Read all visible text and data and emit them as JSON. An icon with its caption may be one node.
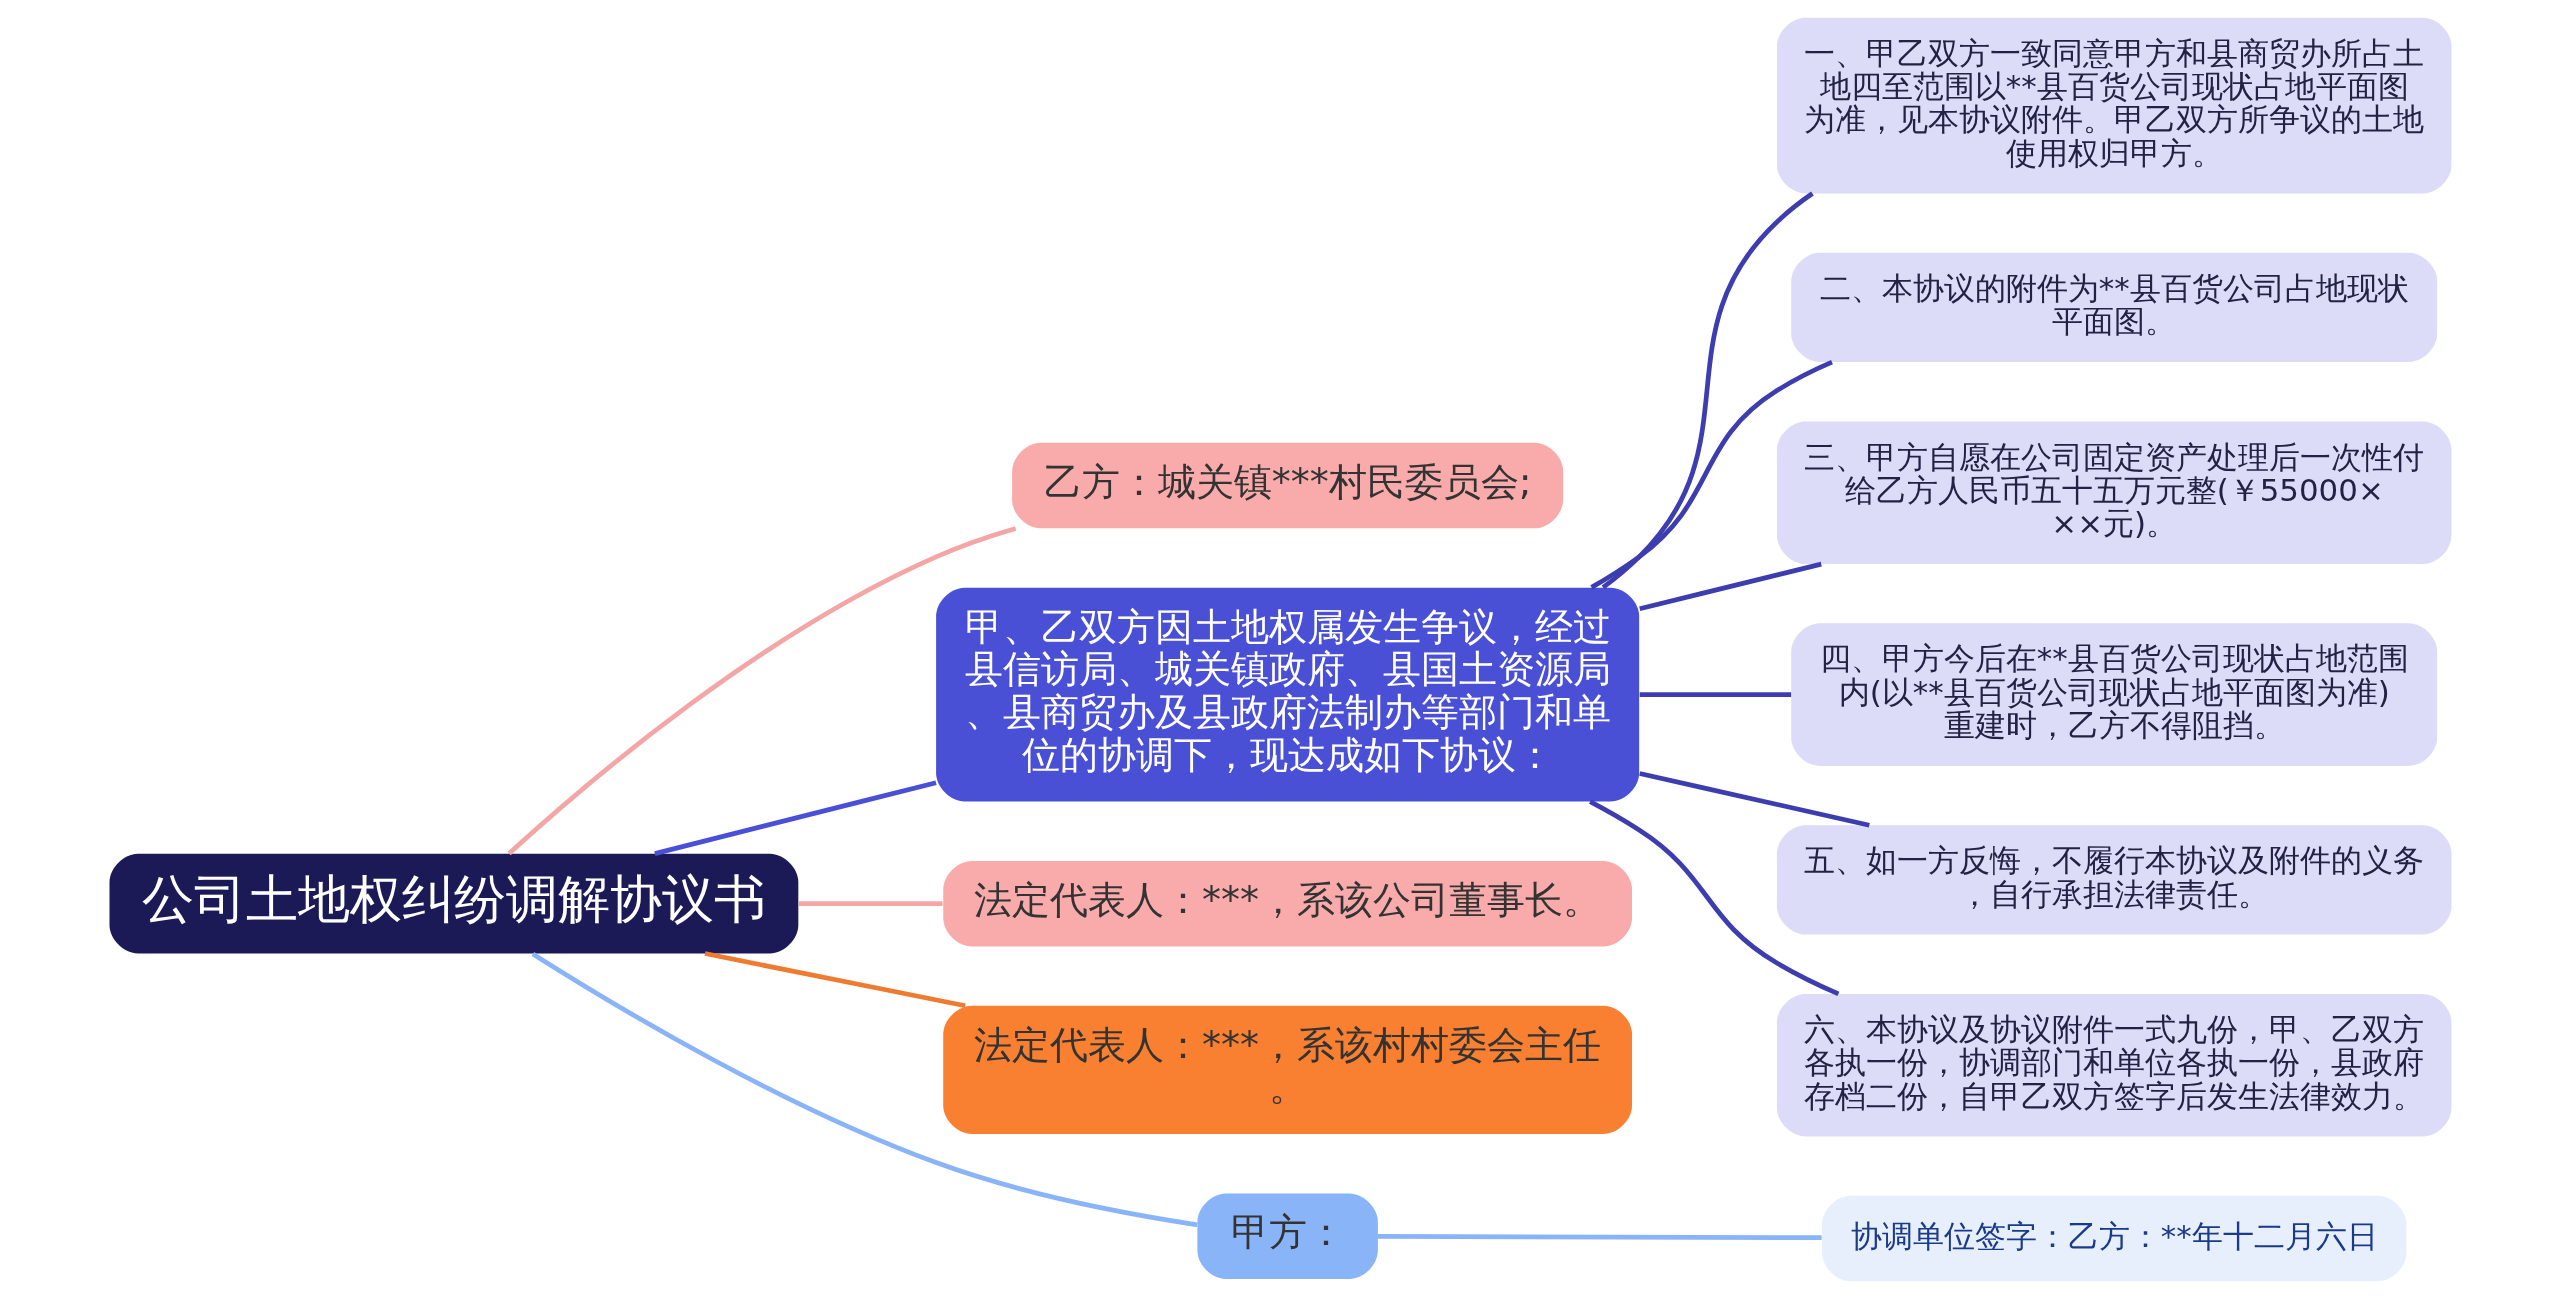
{
  "diagram": {
    "nodes": [
      {
        "text": [
          "公司土地权纠纷调解协议书"
        ]
      },
      {
        "text": [
          "乙方：城关镇***村民委员会;"
        ]
      },
      {
        "text": [
          "甲、乙双方因土地权属发生争议，经过县信访局、城关镇政府、县国土资源局、县商贸办及县政府法制办等部门和单位的协调下，现达成如下协议："
        ]
      },
      {
        "text": [
          "一、甲乙双方一致同意甲方和县商贸办所占土地四至范围以**县百货公司现状占地平面图为准，见本协议附件。甲乙双方所争议的土地使用权归甲方。"
        ]
      },
      {
        "text": [
          "二、本协议的附件为**县百货公司占地现状平面图。"
        ]
      },
      {
        "text": [
          "三、甲方自愿在公司固定资产处理后一次性付给乙方人民币五十五万元整(￥55000×××元)。"
        ]
      },
      {
        "text": [
          "四、甲方今后在**县百货公司现状占地范围内(以**县百货公司现状占地平面图为准)重建时，乙方不得阻挡。"
        ]
      },
      {
        "text": [
          "五、如一方反悔，不履行本协议及附件的义务，自行承担法律责任。"
        ]
      },
      {
        "text": [
          "六、本协议及协议附件一式九份，甲、乙双方各执一份，协调部门和单位各执一份，县政府存档二份，自甲乙双方签字后发生法律效力。"
        ]
      },
      {
        "text": [
          "法定代表人：***，系该公司董事长。"
        ]
      },
      {
        "text": [
          "法定代表人：***，系该村村委会主任。"
        ]
      },
      {
        "text": [
          "甲方："
        ]
      },
      {
        "text": [
          "协调单位签字：乙方：**年十二月六日"
        ]
      }
    ],
    "edges": [
      {
        "from": 0,
        "to": 1,
        "arrow": "none",
        "color": "#f4a6a6"
      },
      {
        "from": 0,
        "to": 2,
        "arrow": "none",
        "color": "#4a50d6"
      },
      {
        "from": 2,
        "to": 3,
        "arrow": "none"
      },
      {
        "from": 2,
        "to": 4,
        "arrow": "none"
      },
      {
        "from": 2,
        "to": 5,
        "arrow": "none"
      },
      {
        "from": 2,
        "to": 6,
        "arrow": "none"
      },
      {
        "from": 2,
        "to": 7,
        "arrow": "none"
      },
      {
        "from": 2,
        "to": 8,
        "arrow": "none"
      },
      {
        "from": 0,
        "to": 9,
        "arrow": "none",
        "color": "#f4a6a6"
      },
      {
        "from": 0,
        "to": 10,
        "arrow": "none",
        "color": "#f07a30"
      },
      {
        "from": 0,
        "to": 11,
        "arrow": "none",
        "color": "#8ab4f8"
      },
      {
        "from": 11,
        "to": 12,
        "arrow": "none",
        "color": "#8ab4f8"
      }
    ]
  }
}
